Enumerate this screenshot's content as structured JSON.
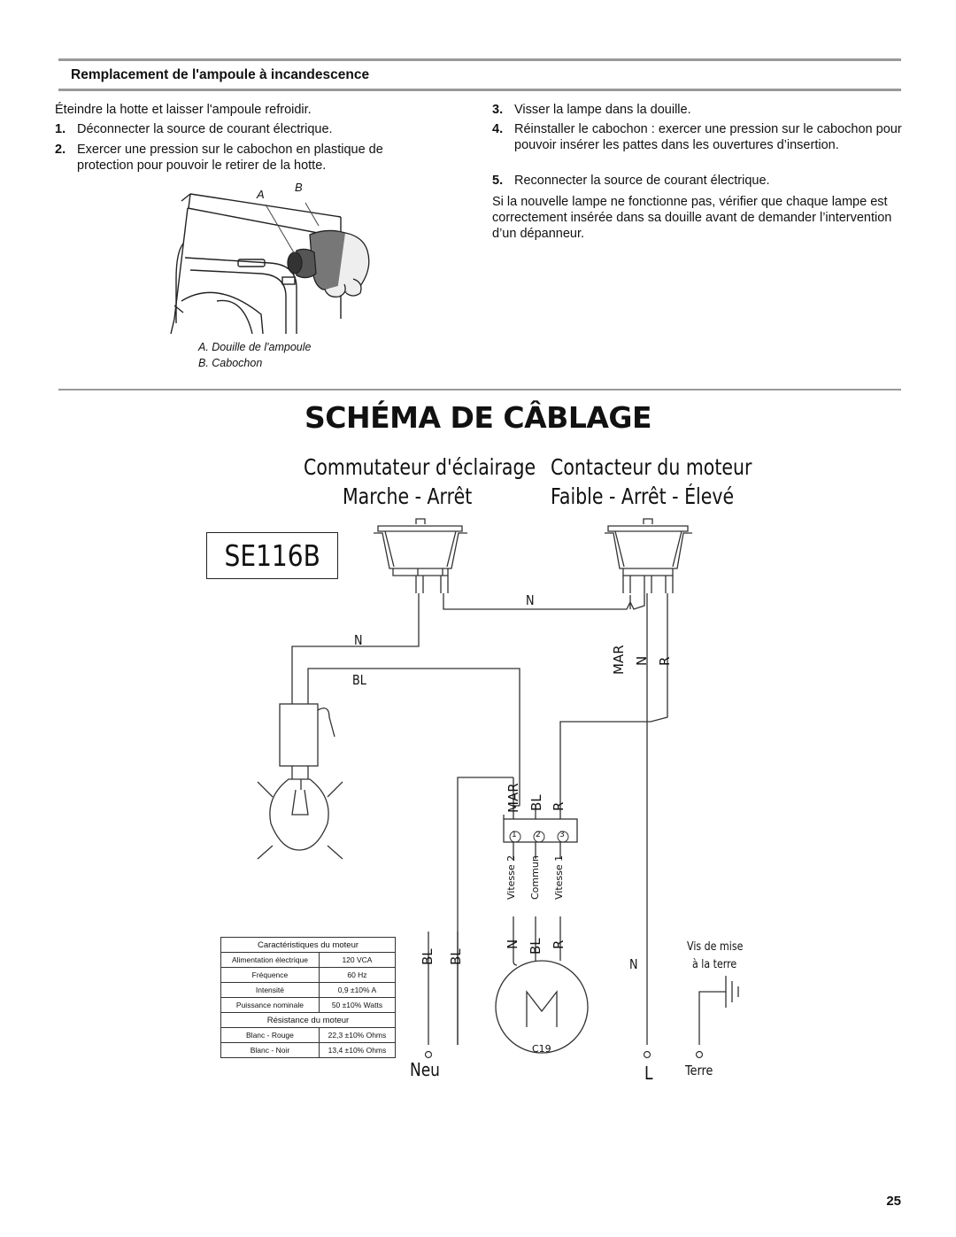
{
  "section": {
    "title": "Remplacement de l'ampoule à incandescence",
    "intro": "Éteindre la hotte et laisser l'ampoule refroidir.",
    "steps_left": [
      {
        "num": "1.",
        "text": "Déconnecter la source de courant électrique."
      },
      {
        "num": "2.",
        "text": "Exercer une pression sur le cabochon en plastique de protection pour pouvoir le retirer de la hotte."
      }
    ],
    "steps_right": [
      {
        "num": "3.",
        "text": "Visser la lampe dans la douille."
      },
      {
        "num": "4.",
        "text": "Réinstaller le cabochon : exercer une pression sur le cabochon pour pouvoir insérer les pattes dans les ouvertures d’insertion."
      },
      {
        "num": "5.",
        "text": "Reconnecter la source de courant électrique."
      }
    ],
    "note": "Si la nouvelle lampe ne fonctionne pas, vérifier que chaque lampe est correctement insérée dans sa douille avant de demander l’intervention d’un dépanneur.",
    "figure_letters": {
      "a": "A",
      "b": "B"
    },
    "captions": [
      "A. Douille de l'ampoule",
      "B. Cabochon"
    ]
  },
  "wiring": {
    "title": "SCHÉMA DE CÂBLAGE",
    "light_switch": {
      "line1": "Commutateur d'éclairage",
      "line2": "Marche - Arrêt"
    },
    "motor_switch": {
      "line1": "Contacteur du moteur",
      "line2": "Faible - Arrêt - Élevé"
    },
    "model": "SE116B",
    "wire_labels": {
      "n_top": "N",
      "n_left": "N",
      "bl_left": "BL",
      "mar_upper": "MAR",
      "n_upper": "N",
      "r_upper": "R",
      "mar_term": "MAR",
      "bl_term": "BL",
      "r_term": "R",
      "bl_vert1": "BL",
      "bl_vert2": "BL",
      "n_motor": "N",
      "bl_motor": "BL",
      "r_motor": "R",
      "n_right": "N"
    },
    "terminals": [
      "1",
      "2",
      "3"
    ],
    "speeds": [
      "Vitesse 2",
      "Commun",
      "Vitesse 1"
    ],
    "motor": {
      "letter": "M",
      "code": "C19"
    },
    "ground": {
      "line1": "Vis de mise",
      "line2": "à la terre"
    },
    "bottom": {
      "neu": "Neu",
      "l": "L",
      "terre": "Terre"
    },
    "spec_table": {
      "title": "Caractéristiques du moteur",
      "rows": [
        [
          "Alimentation électrique",
          "120 VCA"
        ],
        [
          "Fréquence",
          "60 Hz"
        ],
        [
          "Intensité",
          "0,9 ±10% A"
        ],
        [
          "Puissance nominale",
          "50 ±10% Watts"
        ]
      ],
      "res_title": "Résistance du moteur",
      "res_rows": [
        [
          "Blanc - Rouge",
          "22,3 ±10% Ohms"
        ],
        [
          "Blanc - Noir",
          "13,4 ±10% Ohms"
        ]
      ]
    }
  },
  "page_number": "25"
}
